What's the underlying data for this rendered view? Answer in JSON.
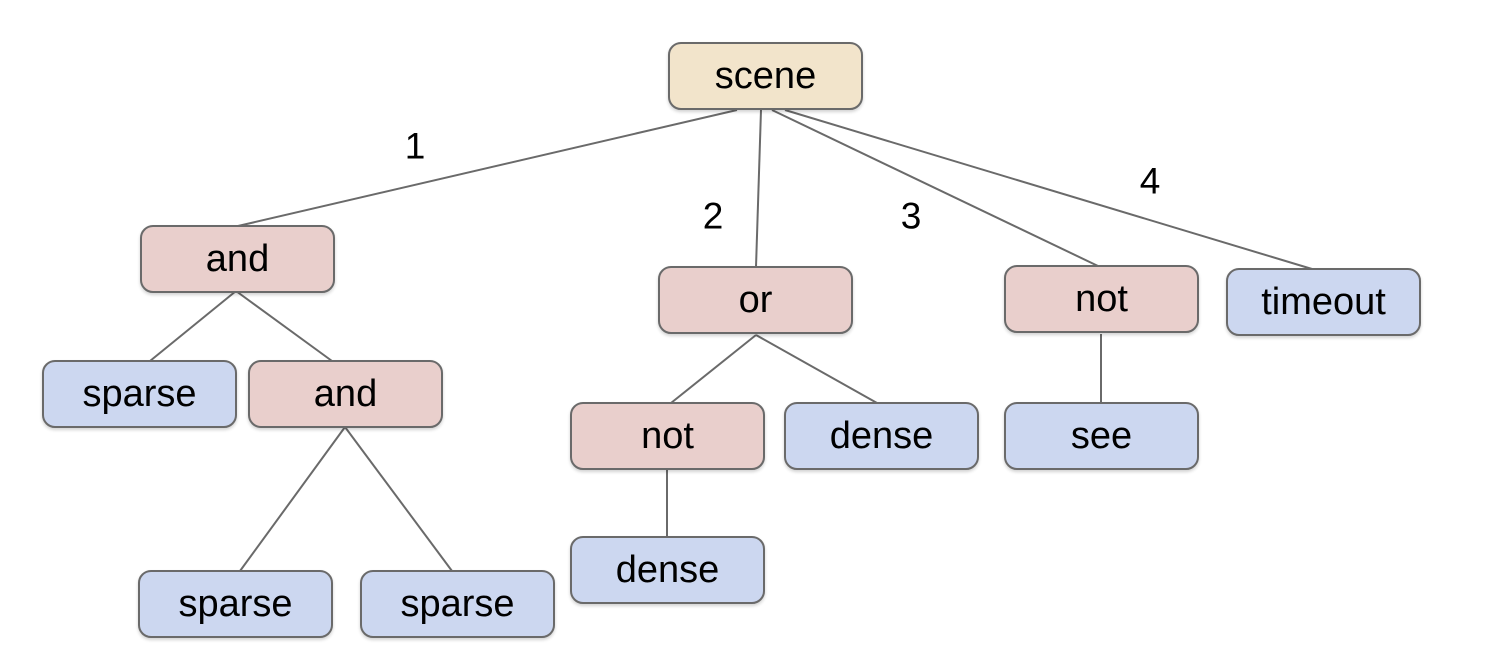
{
  "diagram": {
    "description": "behavior tree rooted at scene",
    "root": "scene"
  },
  "nodes": {
    "scene": {
      "label": "scene",
      "type": "root"
    },
    "and1": {
      "label": "and",
      "type": "operator"
    },
    "or1": {
      "label": "or",
      "type": "operator"
    },
    "not_top": {
      "label": "not",
      "type": "operator"
    },
    "timeout1": {
      "label": "timeout",
      "type": "leaf"
    },
    "sparse1": {
      "label": "sparse",
      "type": "leaf"
    },
    "and2": {
      "label": "and",
      "type": "operator"
    },
    "not_mid": {
      "label": "not",
      "type": "operator"
    },
    "dense1": {
      "label": "dense",
      "type": "leaf"
    },
    "see1": {
      "label": "see",
      "type": "leaf"
    },
    "dense2": {
      "label": "dense",
      "type": "leaf"
    },
    "sparse2": {
      "label": "sparse",
      "type": "leaf"
    },
    "sparse3": {
      "label": "sparse",
      "type": "leaf"
    }
  },
  "edges": [
    {
      "from": "scene",
      "to": "and1",
      "label": "1"
    },
    {
      "from": "scene",
      "to": "or1",
      "label": "2"
    },
    {
      "from": "scene",
      "to": "not_top",
      "label": "3"
    },
    {
      "from": "scene",
      "to": "timeout1",
      "label": "4"
    },
    {
      "from": "and1",
      "to": "sparse1",
      "label": ""
    },
    {
      "from": "and1",
      "to": "and2",
      "label": ""
    },
    {
      "from": "and2",
      "to": "sparse2",
      "label": ""
    },
    {
      "from": "and2",
      "to": "sparse3",
      "label": ""
    },
    {
      "from": "or1",
      "to": "not_mid",
      "label": ""
    },
    {
      "from": "or1",
      "to": "dense1",
      "label": ""
    },
    {
      "from": "not_mid",
      "to": "dense2",
      "label": ""
    },
    {
      "from": "not_top",
      "to": "see1",
      "label": ""
    }
  ],
  "colors": {
    "root_fill": "#f2e4cb",
    "operator_fill": "#e9cfcc",
    "leaf_fill": "#ccd7f0",
    "border": "#6a6a6a",
    "edge_line": "#6a6a6a",
    "text": "#000000",
    "background": "#ffffff"
  }
}
